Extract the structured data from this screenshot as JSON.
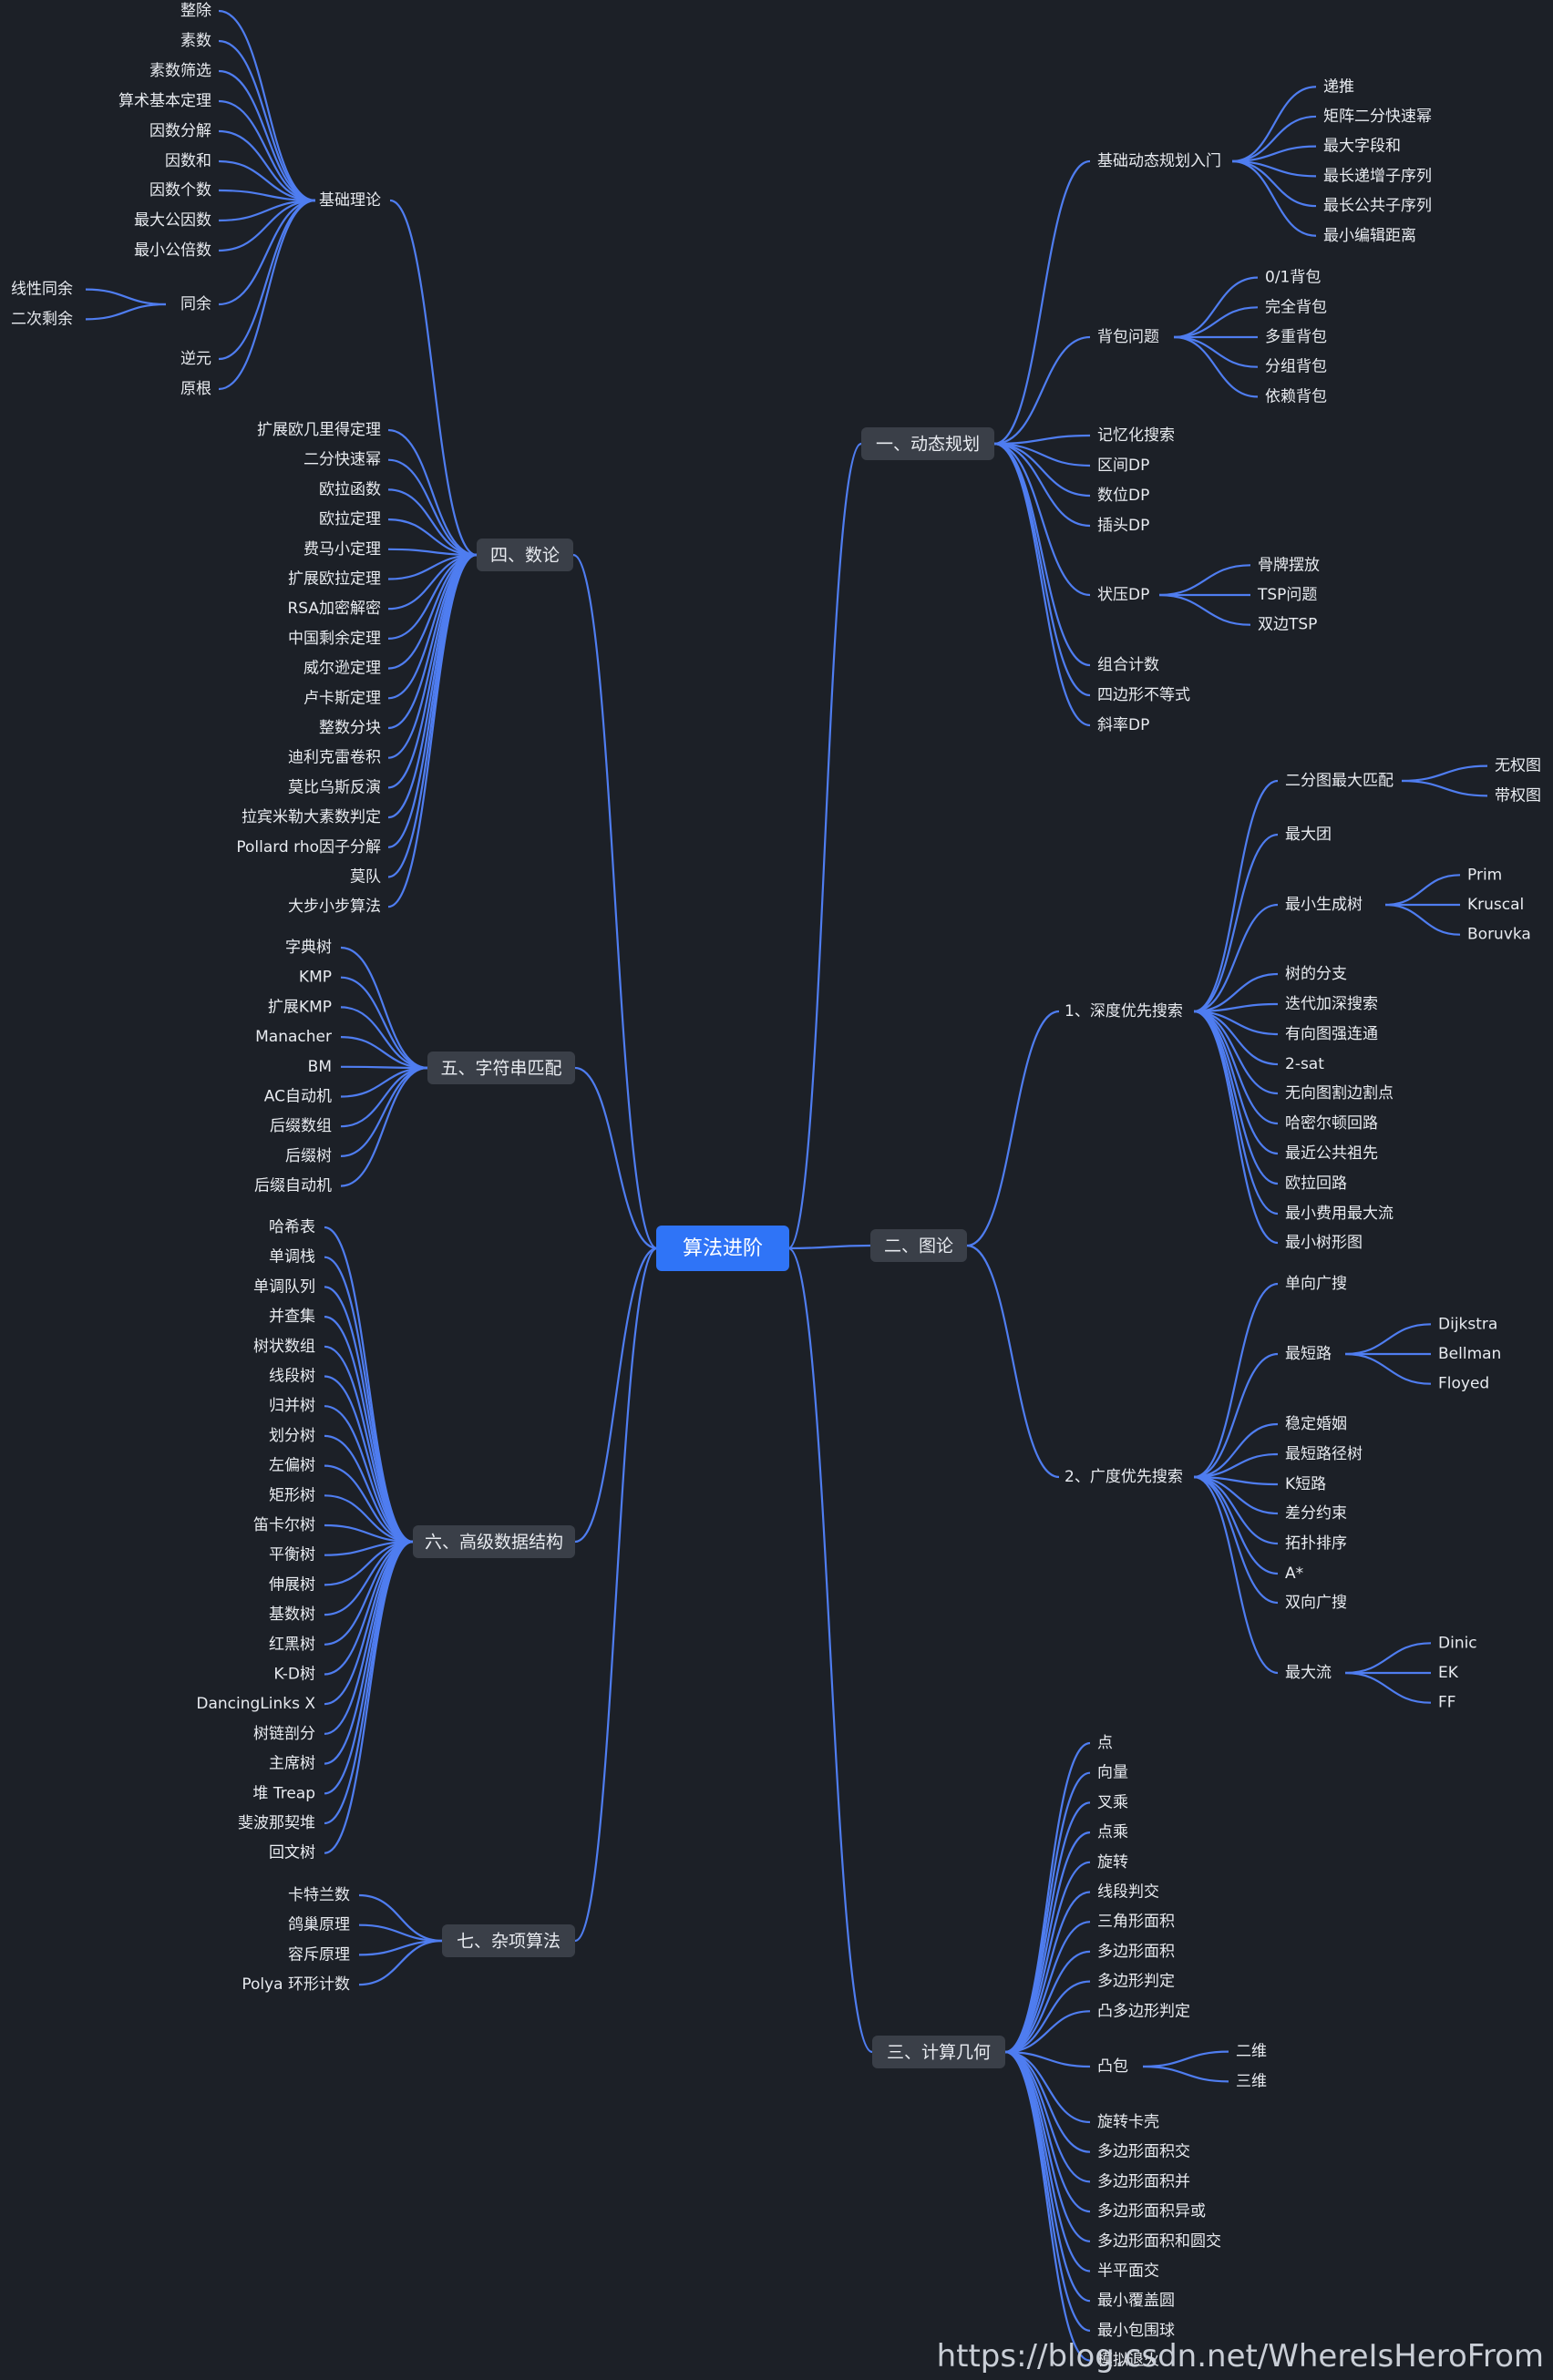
{
  "root": "算法进阶",
  "watermark": "https://blog.csdn.net/WhereIsHeroFrom",
  "colors": {
    "background": "#1c2027",
    "edge": "#4f7df0",
    "root_fill": "#2f74f7",
    "branch_fill": "#3a3f48",
    "text": "#e8ebf0"
  },
  "branches": [
    {
      "id": "dp",
      "label": "一、动态规划",
      "children": [
        {
          "label": "基础动态规划入门",
          "children": [
            "递推",
            "矩阵二分快速幂",
            "最大字段和",
            "最长递增子序列",
            "最长公共子序列",
            "最小编辑距离"
          ]
        },
        {
          "label": "背包问题",
          "children": [
            "0/1背包",
            "完全背包",
            "多重背包",
            "分组背包",
            "依赖背包"
          ]
        },
        {
          "label": "记忆化搜索"
        },
        {
          "label": "区间DP"
        },
        {
          "label": "数位DP"
        },
        {
          "label": "插头DP"
        },
        {
          "label": "状压DP",
          "children": [
            "骨牌摆放",
            "TSP问题",
            "双边TSP"
          ]
        },
        {
          "label": "组合计数"
        },
        {
          "label": "四边形不等式"
        },
        {
          "label": "斜率DP"
        }
      ]
    },
    {
      "id": "graph",
      "label": "二、图论",
      "children": [
        {
          "label": "1、深度优先搜索",
          "children": [
            {
              "label": "二分图最大匹配",
              "children": [
                "无权图",
                "带权图"
              ]
            },
            {
              "label": "最大团"
            },
            {
              "label": "最小生成树",
              "children": [
                "Prim",
                "Kruscal",
                "Boruvka"
              ]
            },
            {
              "label": "树的分支"
            },
            {
              "label": "迭代加深搜索"
            },
            {
              "label": "有向图强连通"
            },
            {
              "label": "2-sat"
            },
            {
              "label": "无向图割边割点"
            },
            {
              "label": "哈密尔顿回路"
            },
            {
              "label": "最近公共祖先"
            },
            {
              "label": "欧拉回路"
            },
            {
              "label": "最小费用最大流"
            },
            {
              "label": "最小树形图"
            }
          ]
        },
        {
          "label": "2、广度优先搜索",
          "children": [
            {
              "label": "单向广搜"
            },
            {
              "label": "最短路",
              "children": [
                "Dijkstra",
                "Bellman",
                "Floyed"
              ]
            },
            {
              "label": "稳定婚姻"
            },
            {
              "label": "最短路径树"
            },
            {
              "label": "K短路"
            },
            {
              "label": "差分约束"
            },
            {
              "label": "拓扑排序"
            },
            {
              "label": "A*"
            },
            {
              "label": "双向广搜"
            },
            {
              "label": "最大流",
              "children": [
                "Dinic",
                "EK",
                "FF"
              ]
            }
          ]
        }
      ]
    },
    {
      "id": "geometry",
      "label": "三、计算几何",
      "children": [
        {
          "label": "点"
        },
        {
          "label": "向量"
        },
        {
          "label": "叉乘"
        },
        {
          "label": "点乘"
        },
        {
          "label": "旋转"
        },
        {
          "label": "线段判交"
        },
        {
          "label": "三角形面积"
        },
        {
          "label": "多边形面积"
        },
        {
          "label": "多边形判定"
        },
        {
          "label": "凸多边形判定"
        },
        {
          "label": "凸包",
          "children": [
            "二维",
            "三维"
          ]
        },
        {
          "label": "旋转卡壳"
        },
        {
          "label": "多边形面积交"
        },
        {
          "label": "多边形面积并"
        },
        {
          "label": "多边形面积异或"
        },
        {
          "label": "多边形面积和圆交"
        },
        {
          "label": "半平面交"
        },
        {
          "label": "最小覆盖圆"
        },
        {
          "label": "最小包围球"
        },
        {
          "label": "模拟退火"
        }
      ]
    },
    {
      "id": "number",
      "label": "四、数论",
      "children": [
        {
          "label": "基础理论",
          "children": [
            {
              "label": "整除"
            },
            {
              "label": "素数"
            },
            {
              "label": "素数筛选"
            },
            {
              "label": "算术基本定理"
            },
            {
              "label": "因数分解"
            },
            {
              "label": "因数和"
            },
            {
              "label": "因数个数"
            },
            {
              "label": "最大公因数"
            },
            {
              "label": "最小公倍数"
            },
            {
              "label": "同余",
              "children": [
                "线性同余",
                "二次剩余"
              ]
            },
            {
              "label": "逆元"
            },
            {
              "label": "原根"
            }
          ]
        },
        {
          "label": "扩展欧几里得定理"
        },
        {
          "label": "二分快速幂"
        },
        {
          "label": "欧拉函数"
        },
        {
          "label": "欧拉定理"
        },
        {
          "label": "费马小定理"
        },
        {
          "label": "扩展欧拉定理"
        },
        {
          "label": "RSA加密解密"
        },
        {
          "label": "中国剩余定理"
        },
        {
          "label": "威尔逊定理"
        },
        {
          "label": "卢卡斯定理"
        },
        {
          "label": "整数分块"
        },
        {
          "label": "迪利克雷卷积"
        },
        {
          "label": "莫比乌斯反演"
        },
        {
          "label": "拉宾米勒大素数判定"
        },
        {
          "label": "Pollard rho因子分解"
        },
        {
          "label": "莫队"
        },
        {
          "label": "大步小步算法"
        }
      ]
    },
    {
      "id": "string",
      "label": "五、字符串匹配",
      "children": [
        {
          "label": "字典树"
        },
        {
          "label": "KMP"
        },
        {
          "label": "扩展KMP"
        },
        {
          "label": "Manacher"
        },
        {
          "label": "BM"
        },
        {
          "label": "AC自动机"
        },
        {
          "label": "后缀数组"
        },
        {
          "label": "后缀树"
        },
        {
          "label": "后缀自动机"
        }
      ]
    },
    {
      "id": "ds",
      "label": "六、高级数据结构",
      "children": [
        {
          "label": "哈希表"
        },
        {
          "label": "单调栈"
        },
        {
          "label": "单调队列"
        },
        {
          "label": "并查集"
        },
        {
          "label": "树状数组"
        },
        {
          "label": "线段树"
        },
        {
          "label": "归并树"
        },
        {
          "label": "划分树"
        },
        {
          "label": "左偏树"
        },
        {
          "label": "矩形树"
        },
        {
          "label": "笛卡尔树"
        },
        {
          "label": "平衡树"
        },
        {
          "label": "伸展树"
        },
        {
          "label": "基数树"
        },
        {
          "label": "红黑树"
        },
        {
          "label": "K-D树"
        },
        {
          "label": "DancingLinks X"
        },
        {
          "label": "树链剖分"
        },
        {
          "label": "主席树"
        },
        {
          "label": "堆 Treap"
        },
        {
          "label": "斐波那契堆"
        },
        {
          "label": "回文树"
        }
      ]
    },
    {
      "id": "misc",
      "label": "七、杂项算法",
      "children": [
        {
          "label": "卡特兰数"
        },
        {
          "label": "鸽巢原理"
        },
        {
          "label": "容斥原理"
        },
        {
          "label": "Polya 环形计数"
        }
      ]
    }
  ]
}
